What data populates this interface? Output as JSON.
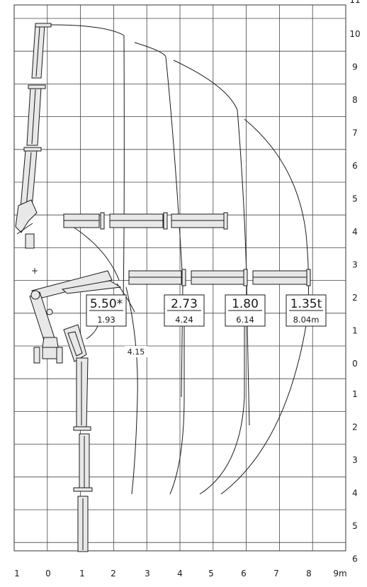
{
  "x_axis": {
    "ticks": [
      "1",
      "0",
      "1",
      "2",
      "3",
      "4",
      "5",
      "6",
      "7",
      "8",
      "9m"
    ]
  },
  "y_axis": {
    "top_partial": "11",
    "upper_ticks": [
      "10",
      "9",
      "8",
      "7",
      "6",
      "5",
      "4",
      "3",
      "2",
      "1",
      "0"
    ],
    "lower_ticks": [
      "1",
      "2",
      "3",
      "4",
      "5",
      "6"
    ]
  },
  "load_boxes": [
    {
      "load": "5.50*",
      "radius": "1.93"
    },
    {
      "load": "2.73",
      "radius": "4.24"
    },
    {
      "load": "1.80",
      "radius": "6.14"
    },
    {
      "load": "1.35t",
      "radius": "8.04m"
    }
  ],
  "radius_label": "4.15",
  "colors": {
    "line": "#1a1a1a",
    "grid": "#333333",
    "boom_fill": "#e8e8e8",
    "background": "#ffffff"
  }
}
